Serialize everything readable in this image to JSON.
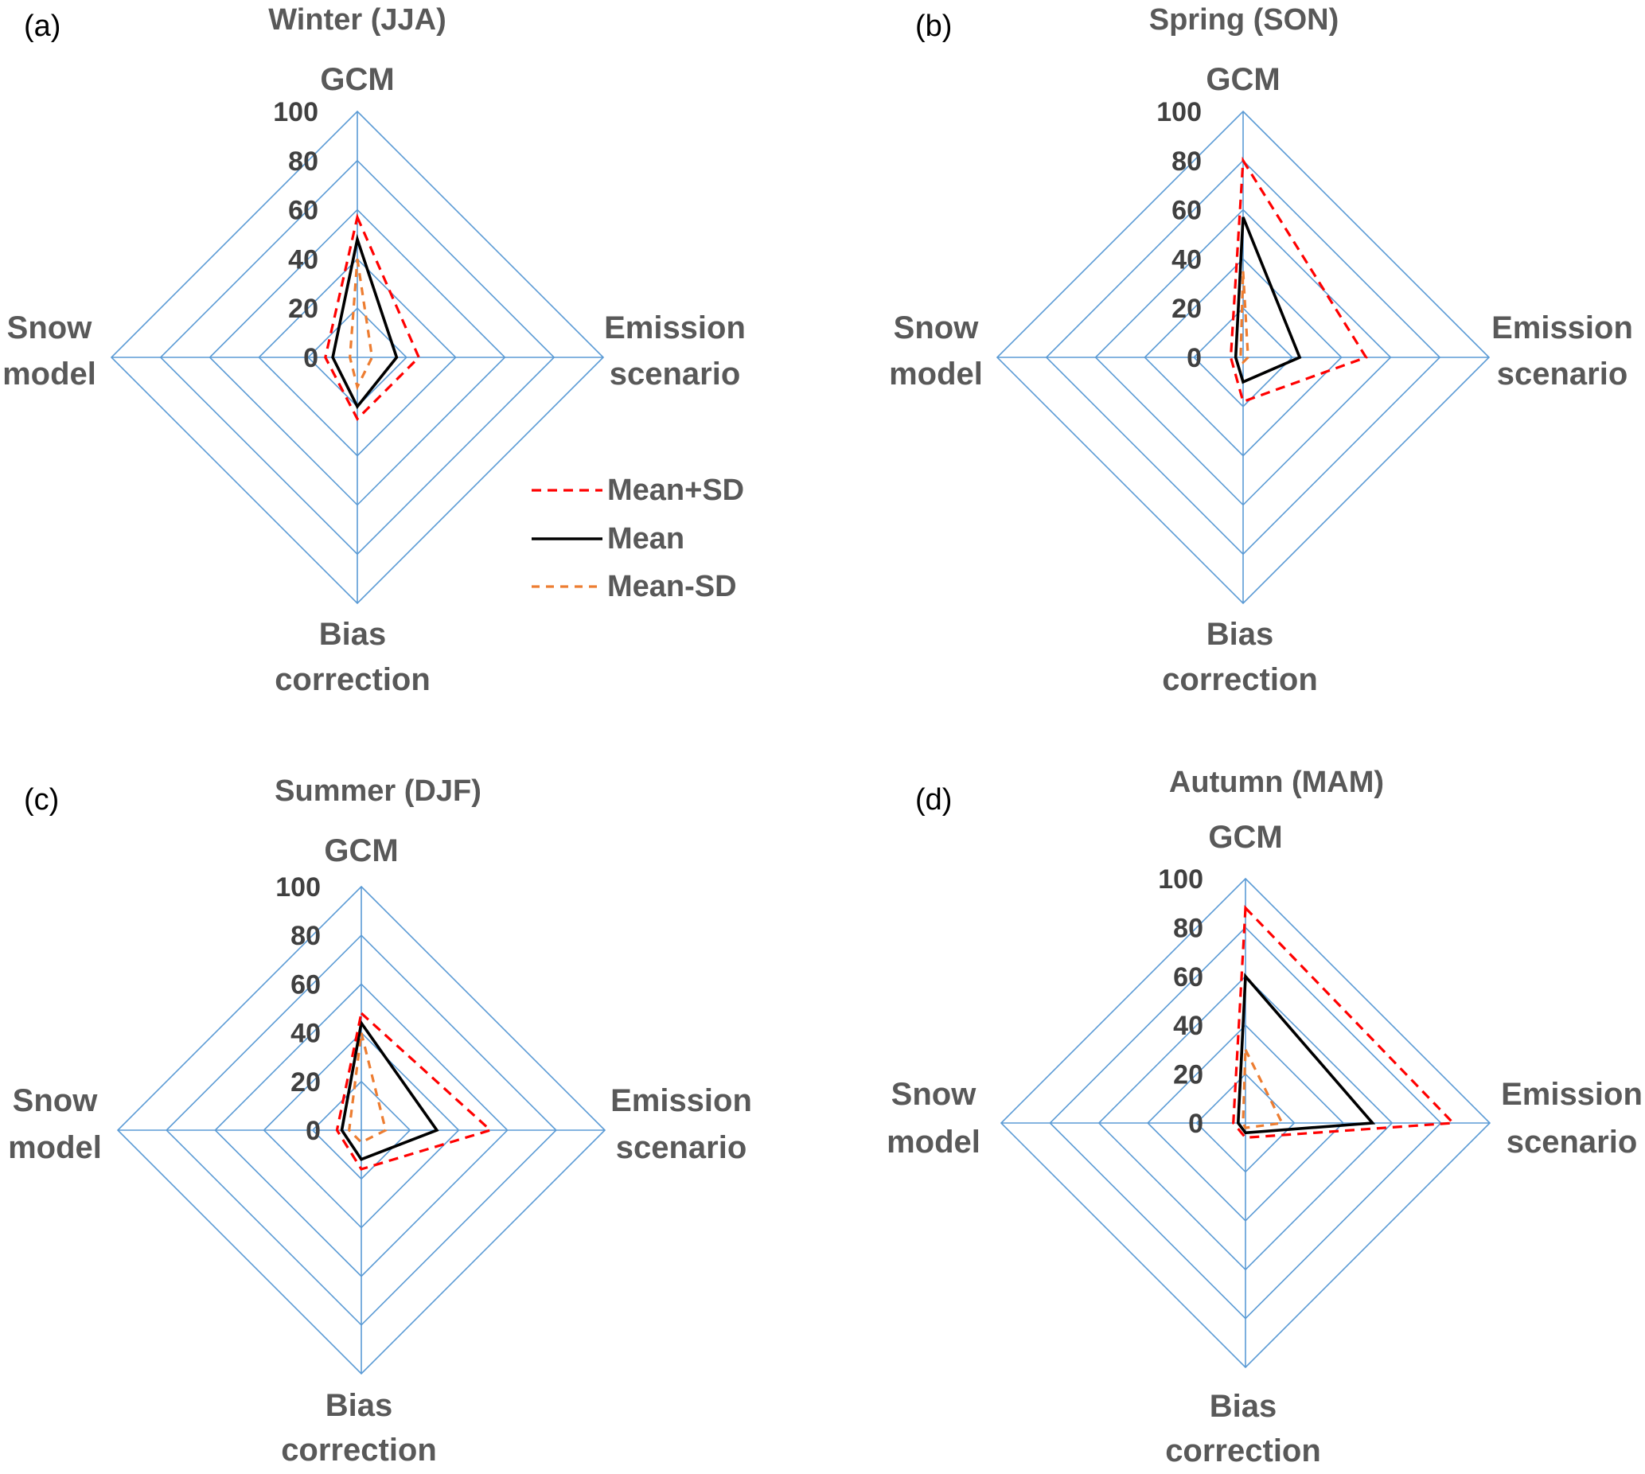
{
  "chart_data": [
    {
      "type": "radar",
      "panel": "(a)",
      "title": "Winter (JJA)",
      "axes": [
        "GCM",
        "Emission scenario",
        "Bias correction",
        "Snow model"
      ],
      "rlim": [
        0,
        100
      ],
      "ticks": [
        "0",
        "20",
        "40",
        "60",
        "80",
        "100"
      ],
      "series": [
        {
          "name": "Mean+SD",
          "values": [
            57,
            25,
            25,
            13
          ]
        },
        {
          "name": "Mean",
          "values": [
            48,
            16,
            20,
            10
          ]
        },
        {
          "name": "Mean-SD",
          "values": [
            40,
            6,
            12,
            3
          ]
        }
      ]
    },
    {
      "type": "radar",
      "panel": "(b)",
      "title": "Spring (SON)",
      "axes": [
        "GCM",
        "Emission scenario",
        "Bias correction",
        "Snow model"
      ],
      "rlim": [
        0,
        100
      ],
      "ticks": [
        "0",
        "20",
        "40",
        "60",
        "80",
        "100"
      ],
      "series": [
        {
          "name": "Mean+SD",
          "values": [
            80,
            50,
            18,
            5
          ]
        },
        {
          "name": "Mean",
          "values": [
            57,
            23,
            10,
            3
          ]
        },
        {
          "name": "Mean-SD",
          "values": [
            35,
            2,
            2,
            1
          ]
        }
      ]
    },
    {
      "type": "radar",
      "panel": "(c)",
      "title": "Summer (DJF)",
      "axes": [
        "GCM",
        "Emission scenario",
        "Bias correction",
        "Snow model"
      ],
      "rlim": [
        0,
        100
      ],
      "ticks": [
        "0",
        "20",
        "40",
        "60",
        "80",
        "100"
      ],
      "series": [
        {
          "name": "Mean+SD",
          "values": [
            48,
            53,
            16,
            10
          ]
        },
        {
          "name": "Mean",
          "values": [
            44,
            31,
            12,
            8
          ]
        },
        {
          "name": "Mean-SD",
          "values": [
            40,
            10,
            5,
            5
          ]
        }
      ]
    },
    {
      "type": "radar",
      "panel": "(d)",
      "title": "Autumn (MAM)",
      "axes": [
        "GCM",
        "Emission scenario",
        "Bias correction",
        "Snow model"
      ],
      "rlim": [
        0,
        100
      ],
      "ticks": [
        "0",
        "20",
        "40",
        "60",
        "80",
        "100"
      ],
      "series": [
        {
          "name": "Mean+SD",
          "values": [
            88,
            85,
            6,
            5
          ]
        },
        {
          "name": "Mean",
          "values": [
            60,
            52,
            4,
            3
          ]
        },
        {
          "name": "Mean-SD",
          "values": [
            30,
            15,
            2,
            1
          ]
        }
      ]
    }
  ],
  "legend": {
    "items": [
      {
        "name": "Mean+SD",
        "color": "#ff0000",
        "style": "dashed"
      },
      {
        "name": "Mean",
        "color": "#000000",
        "style": "solid"
      },
      {
        "name": "Mean-SD",
        "color": "#ed7d31",
        "style": "dashed"
      }
    ]
  },
  "colors": {
    "grid": "#5b9bd5",
    "mean_plus_sd": "#ff0000",
    "mean": "#000000",
    "mean_minus_sd": "#ed7d31",
    "title_text": "#595959"
  }
}
